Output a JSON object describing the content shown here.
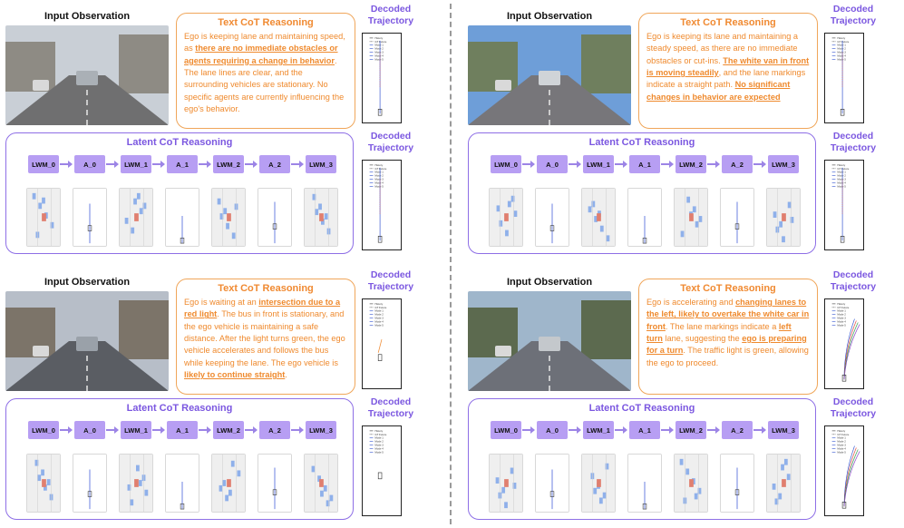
{
  "labels": {
    "input_observation": "Input Observation",
    "text_cot": "Text CoT Reasoning",
    "latent_cot": "Latent CoT Reasoning",
    "decoded_line1": "Decoded",
    "decoded_line2": "Trajectory"
  },
  "nodes": [
    "LWM_0",
    "A_0",
    "LWM_1",
    "A_1",
    "LWM_2",
    "A_2",
    "LWM_3"
  ],
  "legend": [
    "History",
    "GT Future",
    "Mode 1",
    "Mode 2",
    "Mode 3",
    "Mode 4",
    "Mode 5"
  ],
  "colors": {
    "orange": "#f08a32",
    "purple": "#7b57e0",
    "node": "#b79ef3"
  },
  "examples": [
    {
      "segments": [
        {
          "t": "Ego is keeping lane and maintaining speed, as "
        },
        {
          "t": "there are no immediate obstacles or agents requiring a change in behavior",
          "hl": true
        },
        {
          "t": ". The lane lines are clear, and the surrounding vehicles are stationary. No specific agents are currently influencing the ego's behavior."
        }
      ]
    },
    {
      "segments": [
        {
          "t": "Ego is keeping its lane and maintaining a steady speed, as there are no immediate obstacles or cut-ins. "
        },
        {
          "t": "The white van in front is moving steadily",
          "hl": true
        },
        {
          "t": ", and the lane markings indicate a straight path. "
        },
        {
          "t": "No significant changes in behavior are expected",
          "hl": true
        }
      ]
    },
    {
      "segments": [
        {
          "t": "Ego is waiting at an "
        },
        {
          "t": "intersection due to a red light",
          "hl": true
        },
        {
          "t": ". The bus in front is stationary, and the ego vehicle is maintaining a safe distance. After the light turns green, the ego vehicle accelerates and follows the bus while keeping the lane. The ego vehicle is "
        },
        {
          "t": "likely to continue straight",
          "hl": true
        },
        {
          "t": "."
        }
      ]
    },
    {
      "segments": [
        {
          "t": "Ego is accelerating and "
        },
        {
          "t": "changing lanes to the left, likely to overtake the white car in front",
          "hl": true
        },
        {
          "t": ". The lane markings indicate a "
        },
        {
          "t": "left turn",
          "hl": true
        },
        {
          "t": " lane, suggesting the "
        },
        {
          "t": "ego is preparing for a turn",
          "hl": true
        },
        {
          "t": ". The traffic light is green, allowing the ego to proceed."
        }
      ]
    }
  ]
}
